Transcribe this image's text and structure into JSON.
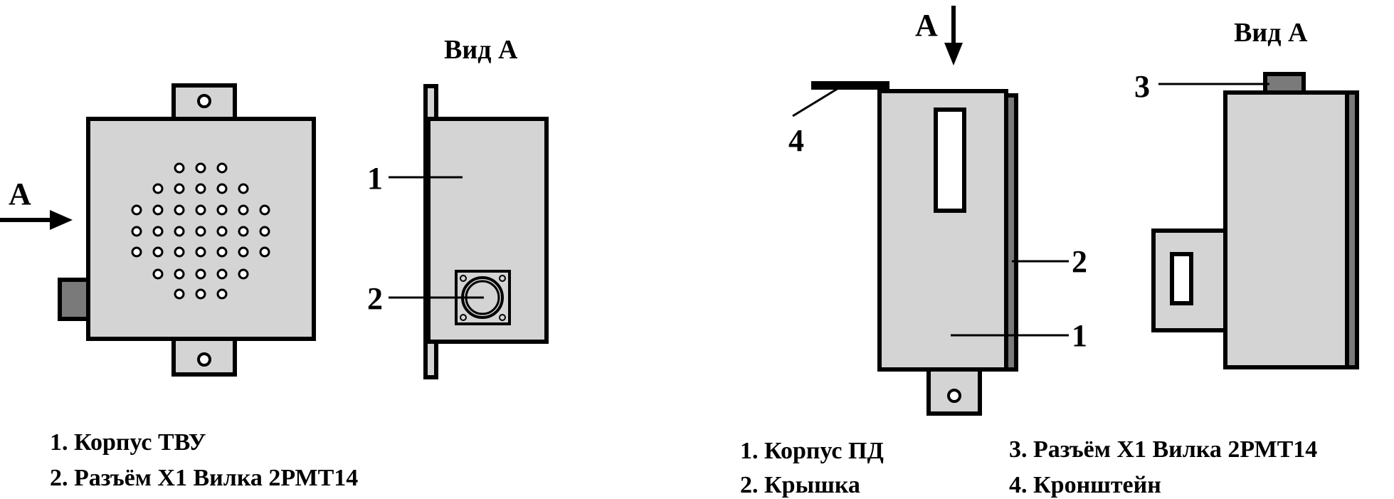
{
  "colors": {
    "body": "#d4d4d4",
    "dark": "#7a7a7a",
    "stroke": "#000000",
    "background": "#ffffff"
  },
  "left_diagram": {
    "view_title": "Вид А",
    "arrow_label": "А",
    "callouts": {
      "c1": "1",
      "c2": "2"
    },
    "legend": [
      "1. Корпус ТВУ",
      "2. Разъём Х1 Вилка 2РМТ14"
    ]
  },
  "right_diagram": {
    "view_title": "Вид А",
    "arrow_label": "А",
    "callouts": {
      "c1": "1",
      "c2": "2",
      "c3": "3",
      "c4": "4"
    },
    "legend": [
      "1. Корпус ПД",
      "2. Крышка",
      "3. Разъём Х1 Вилка 2РМТ14",
      "4. Кронштейн"
    ]
  }
}
